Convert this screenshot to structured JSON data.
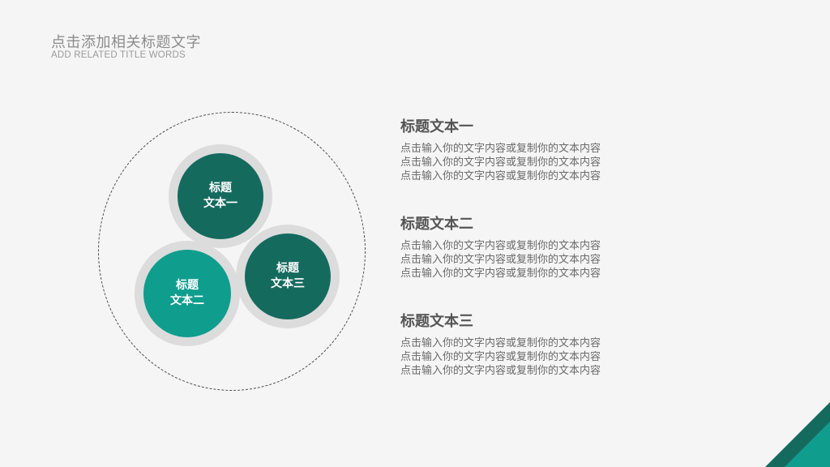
{
  "header": {
    "title": "点击添加相关标题文字",
    "subtitle": "ADD RELATED TITLE WORDS"
  },
  "diagram": {
    "bubbles": [
      {
        "line1": "标题",
        "line2": "文本一"
      },
      {
        "line1": "标题",
        "line2": "文本二"
      },
      {
        "line1": "标题",
        "line2": "文本三"
      }
    ]
  },
  "items": [
    {
      "title": "标题文本一",
      "lines": [
        "点击输入你的文字内容或复制你的文本内容",
        "点击输入你的文字内容或复制你的文本内容",
        "点击输入你的文字内容或复制你的文本内容"
      ]
    },
    {
      "title": "标题文本二",
      "lines": [
        "点击输入你的文字内容或复制你的文本内容",
        "点击输入你的文字内容或复制你的文本内容",
        "点击输入你的文字内容或复制你的文本内容"
      ]
    },
    {
      "title": "标题文本三",
      "lines": [
        "点击输入你的文字内容或复制你的文本内容",
        "点击输入你的文字内容或复制你的文本内容",
        "点击输入你的文字内容或复制你的文本内容"
      ]
    }
  ],
  "colors": {
    "dark_teal": "#156a5e",
    "light_teal": "#0f9d8e",
    "halo": "#dcdcdc",
    "background": "#f5f5f5"
  }
}
